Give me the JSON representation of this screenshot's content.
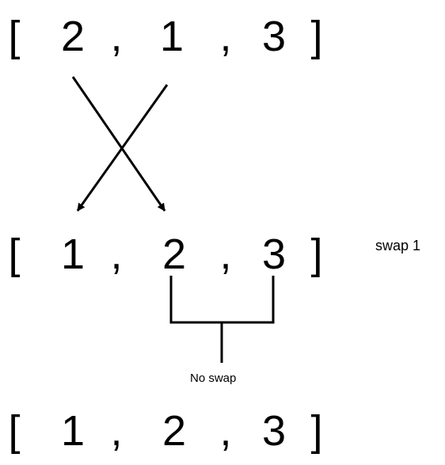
{
  "rows": [
    {
      "open_bracket": "[",
      "items": [
        "2",
        "1",
        "3"
      ],
      "separators": [
        ",",
        ","
      ],
      "close_bracket": "]"
    },
    {
      "open_bracket": "[",
      "items": [
        "1",
        "2",
        "3"
      ],
      "separators": [
        ",",
        ","
      ],
      "close_bracket": "]"
    },
    {
      "open_bracket": "[",
      "items": [
        "1",
        "2",
        "3"
      ],
      "separators": [
        ",",
        ","
      ],
      "close_bracket": "]"
    }
  ],
  "annotations": {
    "swap_label": "swap 1",
    "no_swap_label": "No swap"
  },
  "colors": {
    "ink": "#000000",
    "background": "#ffffff"
  }
}
